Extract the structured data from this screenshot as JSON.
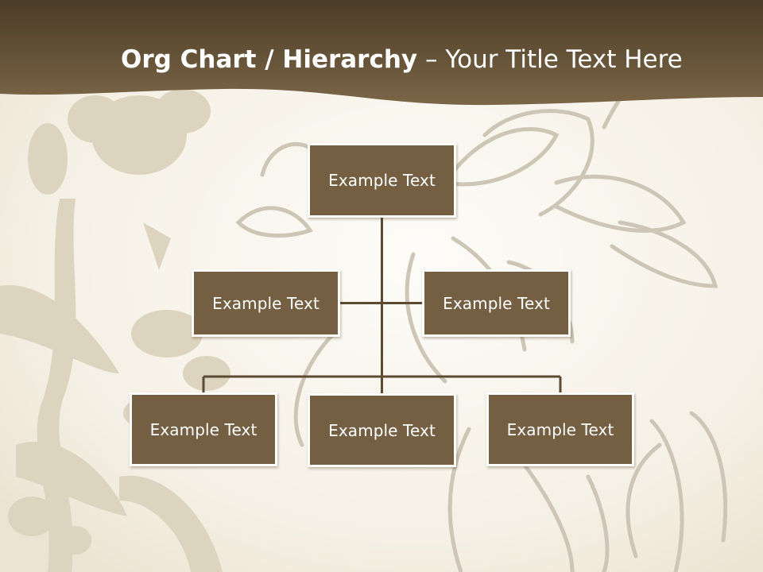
{
  "title": {
    "bold_part": "Org Chart / Hierarchy",
    "separator": " – ",
    "light_part": "Your Title Text Here"
  },
  "colors": {
    "header_band": "#5a4930",
    "box_fill": "#745f42",
    "box_border": "#ffffff",
    "connector": "#5c4a33",
    "background": "#f6f2ea",
    "floral_tint": "#d6cdb6"
  },
  "org_chart": {
    "root": "Example Text",
    "assistants": [
      "Example Text",
      "Example Text"
    ],
    "children": [
      "Example Text",
      "Example Text",
      "Example Text"
    ]
  }
}
